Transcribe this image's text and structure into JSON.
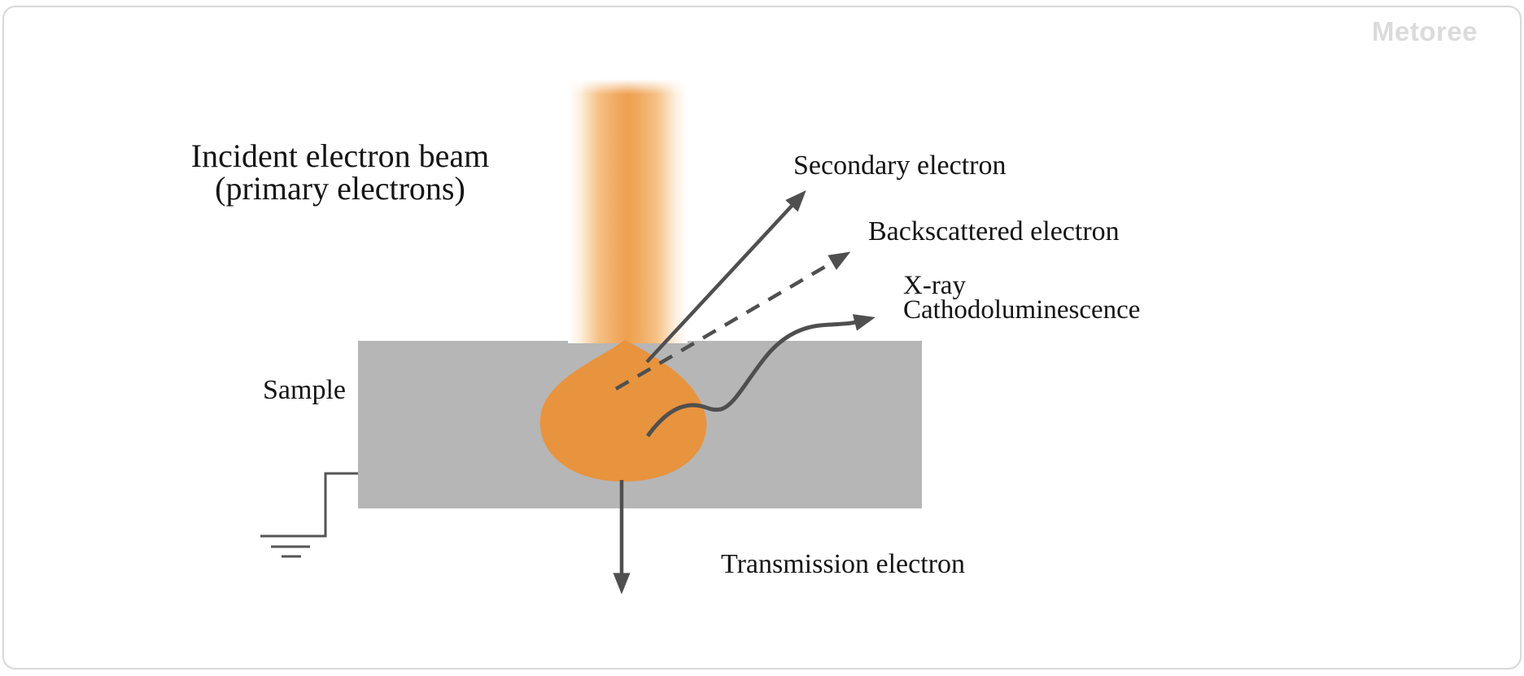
{
  "watermark": {
    "text": "Metoree",
    "color": "#DBDBDB"
  },
  "diagram": {
    "labels": {
      "incident_beam": {
        "line1": "Incident electron beam",
        "line2": "(primary electrons)"
      },
      "secondary_electron": "Secondary electron",
      "backscattered_electron": "Backscattered electron",
      "xray": "X-ray",
      "cathodoluminescence": "Cathodoluminescence",
      "sample": "Sample",
      "transmission_electron": "Transmission electron"
    },
    "colors": {
      "beam_core": "#EEA04E",
      "interaction_volume": "#E8933D",
      "sample_block": "#B6B6B6",
      "arrow_stroke": "#4F4F4F",
      "text": "#141414",
      "card_border": "#D9D9D9"
    },
    "shapes": [
      "electron-beam",
      "sample-block",
      "interaction-volume-teardrop",
      "secondary-electron-arrow",
      "backscattered-electron-arrow-dashed",
      "xray-cathodoluminescence-wavy-arrow",
      "transmission-electron-arrow",
      "ground-wire",
      "ground-symbol"
    ]
  }
}
